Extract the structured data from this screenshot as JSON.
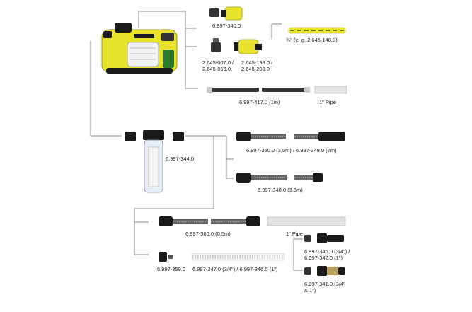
{
  "labels": {
    "connector_340": "6.997-340.0",
    "hose_spec": "¾\" (e. g. 2.645-148.0)",
    "adapter_007_066": "2.645-007.0 / 2.645-066.0",
    "connector_193_203": "2.645-193.0 / 2.645-203.0",
    "pressure_hose_417": "6.997-417.0 (1m)",
    "pipe_top": "1\" Pipe",
    "prefilter_344": "6.997-344.0",
    "suction_350_349": "6.997-350.0 (3,5m) / 6.997-349.0 (7m)",
    "suction_348": "6.997-348.0 (3,5m)",
    "suction_360": "6.997-360.0 (0,5m)",
    "pipe_mid": "1\" Pipe",
    "fitting_359": "6.997-359.0",
    "hose_347_346": "6.997-347.0 (3/4\") / 6.997-346.0 (1\")",
    "valve_345_342": "6.997-345.0 (3/4\") / 6.997-342.0 (1\")",
    "valve_341": "6.997-341.0 (3/4\" & 1\")"
  },
  "colors": {
    "brand_yellow": "#e6e32a",
    "dark": "#1a1a1a",
    "line": "#8a8a8a",
    "metal": "#c9c9c9"
  }
}
